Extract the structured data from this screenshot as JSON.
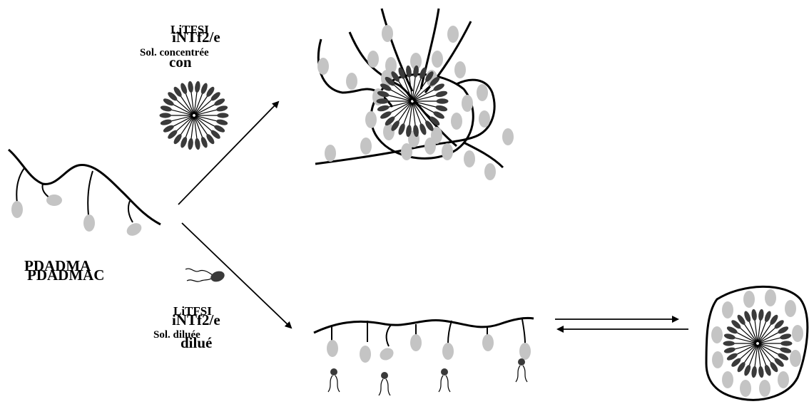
{
  "labels": {
    "top_over_1": "LiTFSI",
    "top_over_2": "iNTf2/e",
    "top_sub_1": "Sol. concentrée",
    "top_sub_2": "con",
    "polymer_1": "PDADMA",
    "polymer_2": "PDADMAC",
    "bottom_over_1": "LiTFSI",
    "bottom_over_2": "iNTf2/e",
    "bottom_sub_1": "Sol. diluée",
    "bottom_sub_2": "dilué"
  },
  "colors": {
    "ink": "#000000",
    "headgroup_light": "#c4c4c4",
    "headgroup_dark": "#3a3a3a"
  },
  "icons": {
    "micelle": "micelle-icon",
    "surfactant": "surfactant-icon",
    "polymer": "polyelectrolyte-chain-icon"
  }
}
